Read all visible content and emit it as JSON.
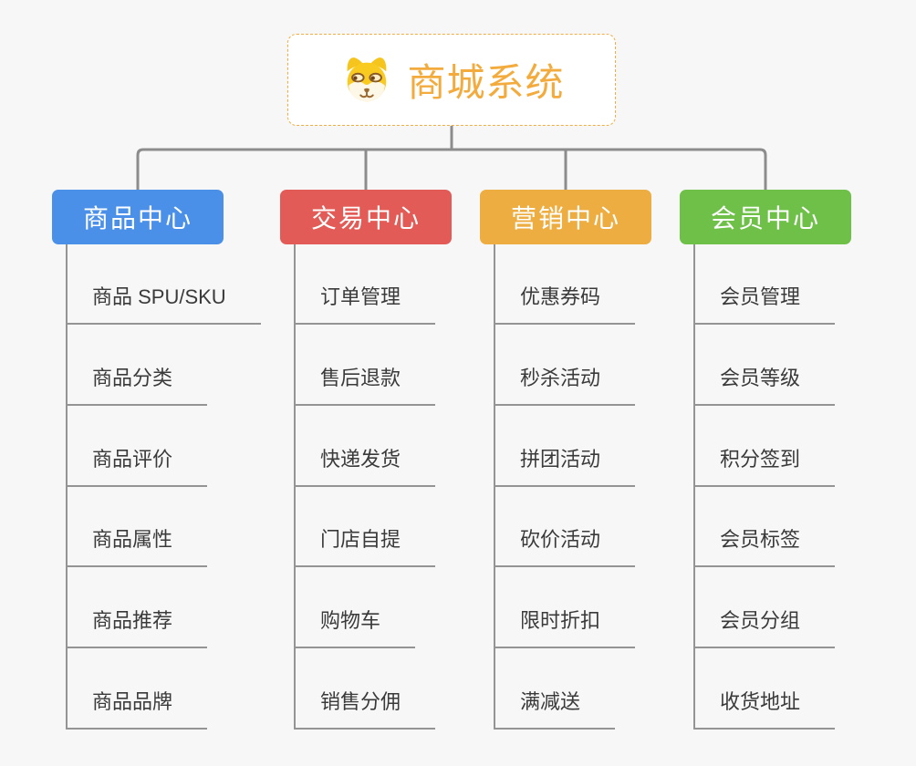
{
  "root": {
    "title": "商城系统",
    "icon": "dog-mascot-icon",
    "text_color": "#f2ab3c",
    "border_color": "#f2ac42"
  },
  "branches": [
    {
      "label": "商品中心",
      "color": "#4b90e8",
      "children": [
        "商品 SPU/SKU",
        "商品分类",
        "商品评价",
        "商品属性",
        "商品推荐",
        "商品品牌"
      ]
    },
    {
      "label": "交易中心",
      "color": "#e25b56",
      "children": [
        "订单管理",
        "售后退款",
        "快递发货",
        "门店自提",
        "购物车",
        "销售分佣"
      ]
    },
    {
      "label": "营销中心",
      "color": "#edad40",
      "children": [
        "优惠券码",
        "秒杀活动",
        "拼团活动",
        "砍价活动",
        "限时折扣",
        "满减送"
      ]
    },
    {
      "label": "会员中心",
      "color": "#6ec049",
      "children": [
        "会员管理",
        "会员等级",
        "积分签到",
        "会员标签",
        "会员分组",
        "收货地址"
      ]
    }
  ],
  "colors": {
    "background": "#f7f7f7",
    "connector": "#8c8c8c",
    "spine": "#949494",
    "child_text": "#3a3a3a"
  }
}
